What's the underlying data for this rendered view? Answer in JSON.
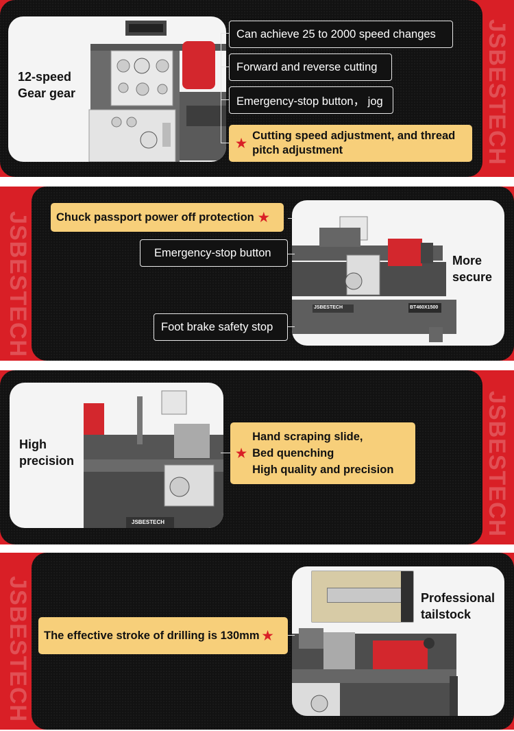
{
  "brand": "JSBESTECH",
  "colors": {
    "accent_red": "#d91f26",
    "panel_black": "#121212",
    "highlight_yellow": "#f7cf7a"
  },
  "panel1": {
    "side_label": "12-speed\nGear gear",
    "callouts": [
      "Can achieve 25 to 2000 speed changes",
      "Forward and reverse cutting",
      "Emergency-stop button，  jog"
    ],
    "highlight": "Cutting speed adjustment, and thread pitch adjustment"
  },
  "panel2": {
    "highlight": "Chuck passport power off protection",
    "callouts": [
      "Emergency-stop button",
      "Foot brake safety stop"
    ],
    "side_label": "More\nsecure",
    "plate_model": "BT460X1500",
    "plate_brand": "JSBESTECH"
  },
  "panel3": {
    "side_label": "High\nprecision",
    "highlight_lines": [
      "Hand scraping slide,",
      "Bed quenching",
      "High quality and precision"
    ],
    "plate_brand": "JSBESTECH"
  },
  "panel4": {
    "highlight": "The effective stroke of drilling is 130mm",
    "side_label": "Professional\ntailstock"
  }
}
